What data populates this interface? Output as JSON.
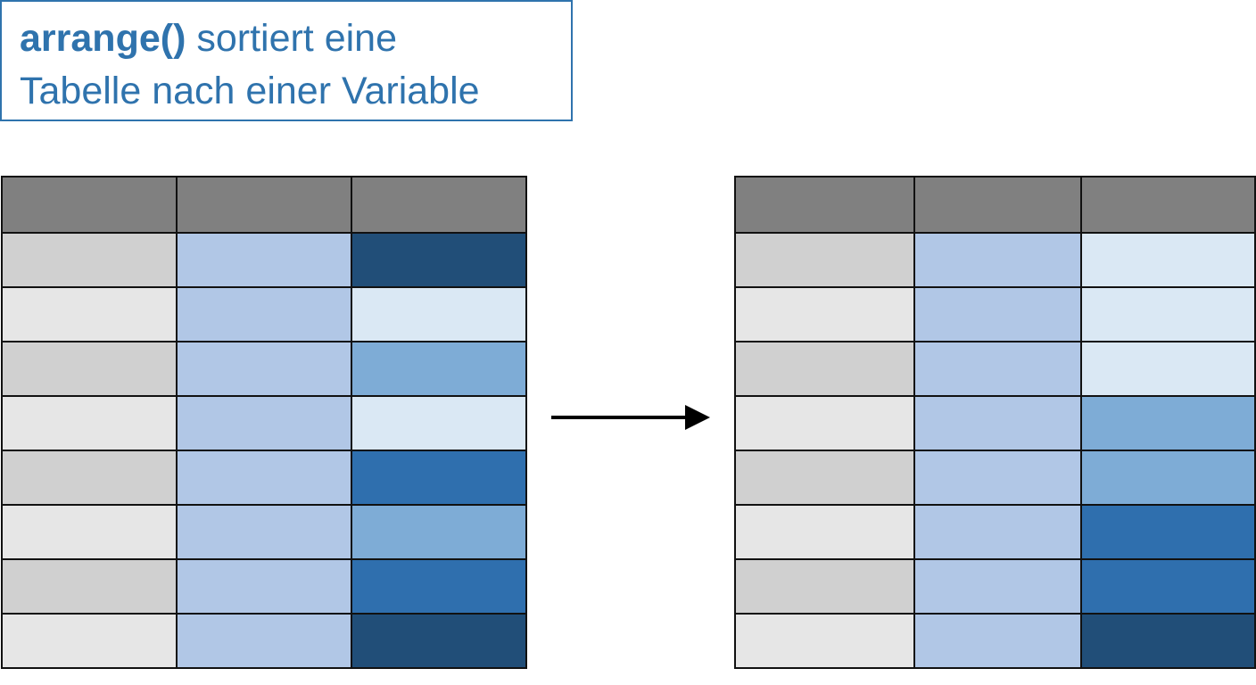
{
  "title": {
    "function_name": "arrange()",
    "line1_rest": " sortiert eine",
    "line2": "Tabelle nach einer Variable"
  },
  "colors": {
    "title_blue": "#2f73ad",
    "header": "#808080",
    "col1_dark": "#d0d0d0",
    "col1_light": "#e6e6e6",
    "col2": "#b1c7e6",
    "blue_lightest": "#dae8f4",
    "blue_medium": "#7eacd6",
    "blue_strong": "#2f6fae",
    "blue_darkest": "#214e78",
    "grid_line": "#111111"
  },
  "tables": [
    {
      "id": "before",
      "columns": 3,
      "rows": [
        [
          "col1_dark",
          "col2",
          "blue_darkest"
        ],
        [
          "col1_light",
          "col2",
          "blue_lightest"
        ],
        [
          "col1_dark",
          "col2",
          "blue_medium"
        ],
        [
          "col1_light",
          "col2",
          "blue_lightest"
        ],
        [
          "col1_dark",
          "col2",
          "blue_strong"
        ],
        [
          "col1_light",
          "col2",
          "blue_medium"
        ],
        [
          "col1_dark",
          "col2",
          "blue_strong"
        ],
        [
          "col1_light",
          "col2",
          "blue_darkest"
        ]
      ]
    },
    {
      "id": "after",
      "columns": 3,
      "rows": [
        [
          "col1_dark",
          "col2",
          "blue_lightest"
        ],
        [
          "col1_light",
          "col2",
          "blue_lightest"
        ],
        [
          "col1_dark",
          "col2",
          "blue_lightest"
        ],
        [
          "col1_light",
          "col2",
          "blue_medium"
        ],
        [
          "col1_dark",
          "col2",
          "blue_medium"
        ],
        [
          "col1_light",
          "col2",
          "blue_strong"
        ],
        [
          "col1_dark",
          "col2",
          "blue_strong"
        ],
        [
          "col1_light",
          "col2",
          "blue_darkest"
        ]
      ]
    }
  ],
  "arrow_icon": "right-arrow-icon"
}
